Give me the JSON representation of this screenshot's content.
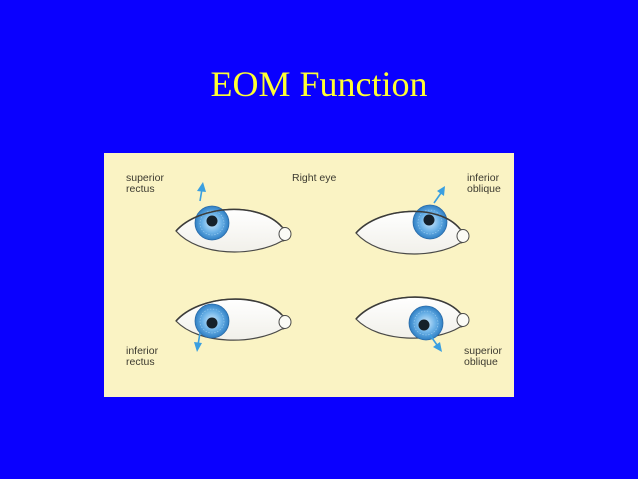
{
  "slide": {
    "title": "EOM Function",
    "background": "#0a00ff",
    "title_color": "#ffff33"
  },
  "diagram": {
    "caption": "Right eye",
    "panel_color": "#faf3c4",
    "labels": {
      "top_left": [
        "superior",
        "rectus"
      ],
      "top_right": [
        "inferior",
        "oblique"
      ],
      "bottom_left": [
        "inferior",
        "rectus"
      ],
      "bottom_right": [
        "superior",
        "oblique"
      ]
    },
    "iris_color": "#5aa8e0",
    "arrow_color": "#3a9fe0"
  }
}
